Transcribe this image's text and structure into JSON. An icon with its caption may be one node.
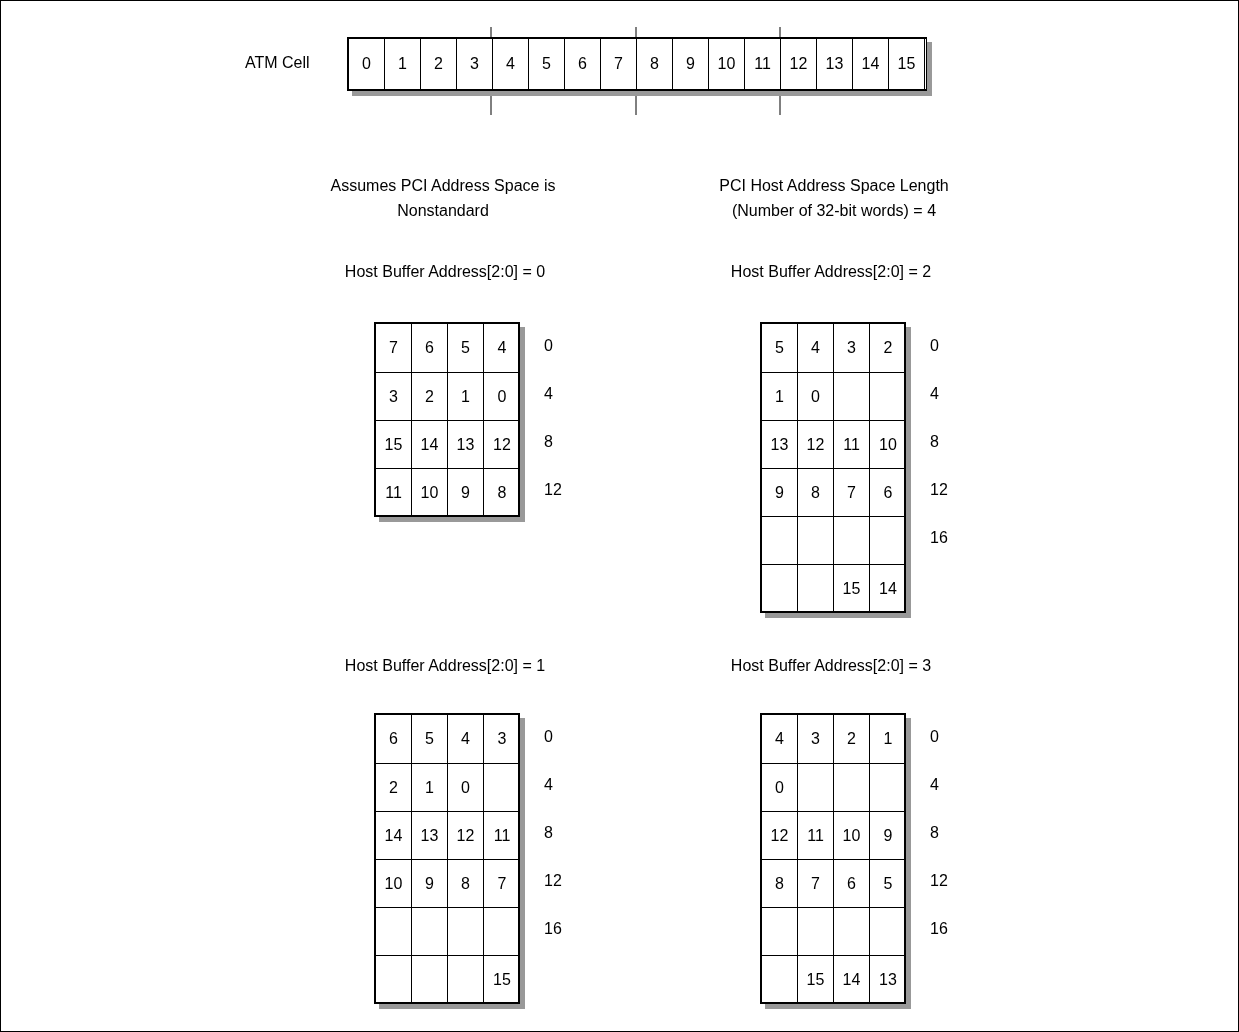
{
  "diagram": {
    "labels": [
      "ATM Cell",
      "0",
      "1",
      "2",
      "3",
      "4",
      "5",
      "6",
      "7",
      "8",
      "9",
      "10",
      "11",
      "12",
      "13",
      "14",
      "15",
      "Assumes PCI Address Space is Nonstandard",
      "PCI Host Address Space Length (Number of 32-bit words) = 4",
      "Host Buffer Address[2:0] = 0",
      "7",
      "6",
      "5",
      "4",
      "0",
      "3",
      "2",
      "1",
      "0",
      "4",
      "15",
      "14",
      "13",
      "12",
      "8",
      "11",
      "10",
      "9",
      "8",
      "12",
      "Host Buffer Address[2:0] = 2",
      "5",
      "4",
      "3",
      "2",
      "0",
      "1",
      "0",
      "4",
      "13",
      "12",
      "11",
      "10",
      "8",
      "9",
      "8",
      "7",
      "6",
      "12",
      "16",
      "15",
      "14",
      "Host Buffer Address[2:0] = 1",
      "6",
      "5",
      "4",
      "3",
      "0",
      "2",
      "1",
      "0",
      "4",
      "14",
      "13",
      "12",
      "11",
      "8",
      "10",
      "9",
      "8",
      "7",
      "12",
      "16",
      "15",
      "Host Buffer Address[2:0] = 3",
      "4",
      "3",
      "2",
      "1",
      "0",
      "0",
      "4",
      "12",
      "11",
      "10",
      "9",
      "8",
      "8",
      "7",
      "6",
      "5",
      "12",
      "16",
      "15",
      "14",
      "13"
    ]
  }
}
